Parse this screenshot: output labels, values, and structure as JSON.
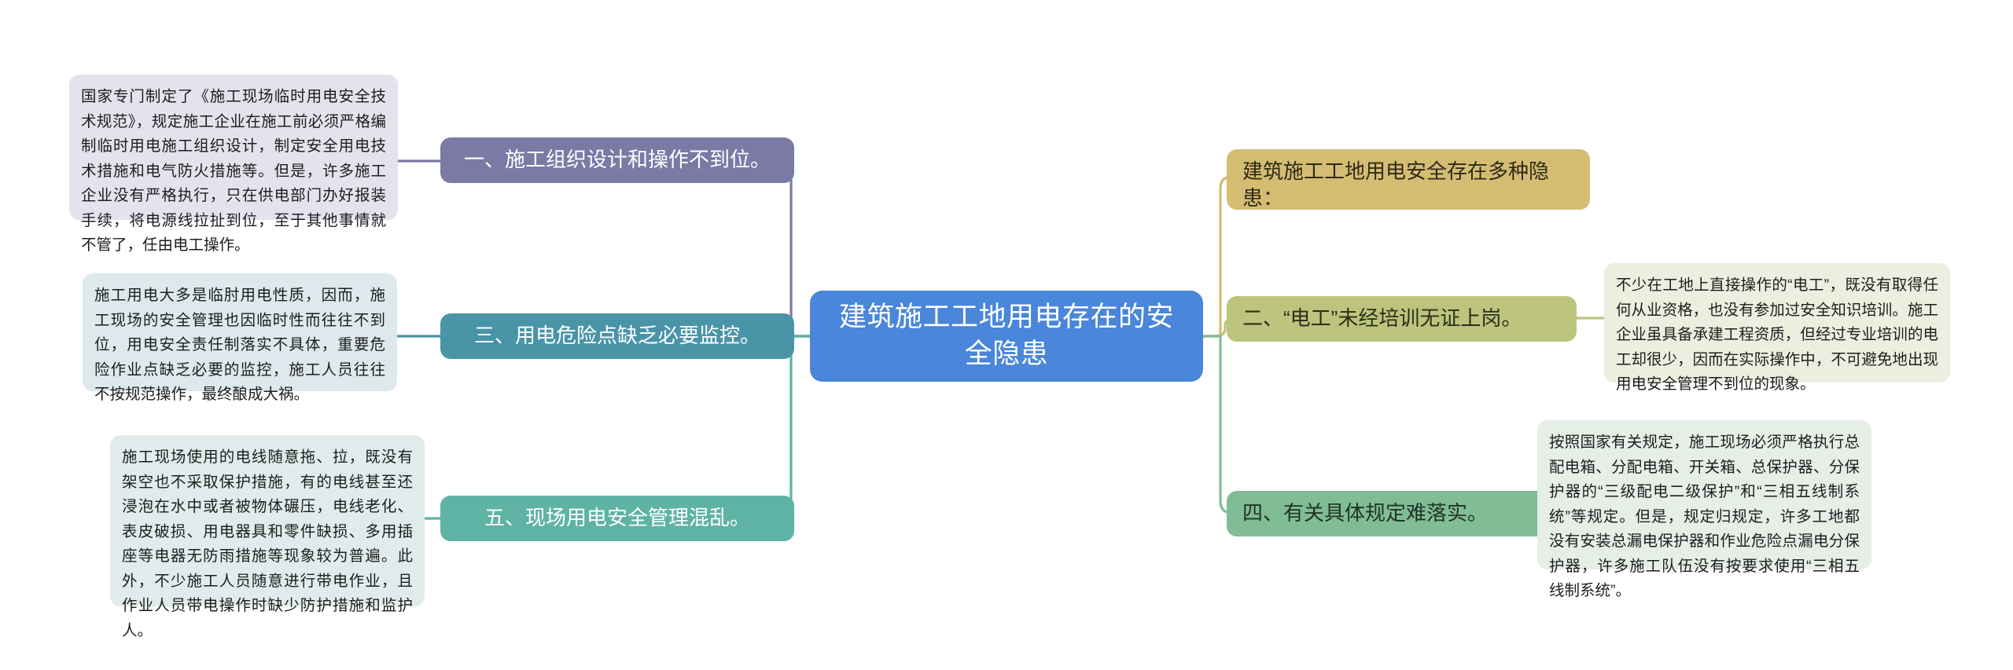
{
  "diagram": {
    "type": "mind-map",
    "orientation": "horizontal-balanced",
    "background": "#ffffff"
  },
  "central": {
    "text": "建筑施工工地用电存在的安全隐患",
    "color": "#4a86d9",
    "text_color": "#ffffff"
  },
  "left_branches": [
    {
      "id": "branch-1",
      "label": "一、施工组织设计和操作不到位。",
      "color": "#7b7aa5",
      "detail": "国家专门制定了《施工现场临时用电安全技术规范》，规定施工企业在施工前必须严格编制临时用电施工组织设计，制定安全用电技术措施和电气防火措施等。但是，许多施工企业没有严格执行，只在供电部门办好报装手续，将电源线拉扯到位，至于其他事情就不管了，任由电工操作。",
      "detail_color": "#e2e3ec"
    },
    {
      "id": "branch-3",
      "label": "三、用电危险点缺乏必要监控。",
      "color": "#4a94a8",
      "detail": "施工用电大多是临肘用电性质，因而，施工现场的安全管理也因临时性而往往不到位，用电安全责任制落实不具体，重要危险作业点缺乏必要的监控，施工人员往往不按规范操作，最终酿成大祸。",
      "detail_color": "#dde9ec"
    },
    {
      "id": "branch-5",
      "label": "五、现场用电安全管理混乱。",
      "color": "#5fb3a5",
      "detail": "施工现场使用的电线随意拖、拉，既没有架空也不采取保护措施，有的电线甚至还浸泡在水中或者被物体碾压，电线老化、表皮破损、用电器具和零件缺损、多用插座等电器无防雨措施等现象较为普遍。此外，不少施工人员随意进行带电作业，且作业人员带电操作时缺少防护措施和监护人。",
      "detail_color": "#dfeceb"
    }
  ],
  "right_branches": [
    {
      "id": "branch-intro",
      "label": "建筑施工工地用电安全存在多种隐患：",
      "color": "#d4bd73",
      "detail": null,
      "detail_color": null
    },
    {
      "id": "branch-2",
      "label": "二、“电工”未经培训无证上岗。",
      "color": "#bcc47e",
      "detail": "不少在工地上直接操作的“电工”，既没有取得任何从业资格，也没有参加过安全知识培训。施工企业虽具备承建工程资质，但经过专业培训的电工却很少，因而在实际操作中，不可避免地出现用电安全管理不到位的现象。",
      "detail_color": "#edeee0"
    },
    {
      "id": "branch-4",
      "label": "四、有关具体规定难落实。",
      "color": "#80bd95",
      "detail": "按照国家有关规定，施工现场必须严格执行总配电箱、分配电箱、开关箱、总保护器、分保护器的“三级配电二级保护”和“三相五线制系统”等规定。但是，规定归规定，许多工地都没有安装总漏电保护器和作业危险点漏电分保护器，许多施工队伍没有按要求使用“三相五线制系统”。",
      "detail_color": "#e5eee7"
    }
  ],
  "connector_colors": {
    "branch-1": "#7b7aa5",
    "branch-3": "#4a94a8",
    "branch-5": "#5fb3a5",
    "branch-intro": "#d4bd73",
    "branch-2": "#bcc47e",
    "branch-4": "#80bd95"
  }
}
